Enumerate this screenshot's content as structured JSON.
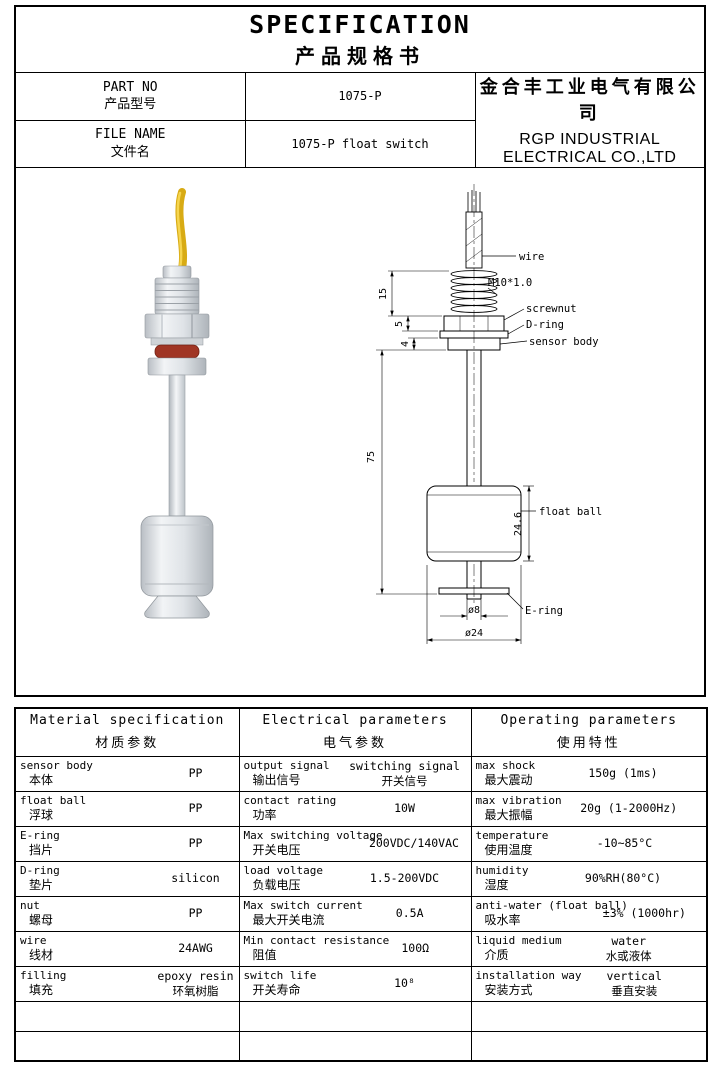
{
  "header": {
    "title_en": "SPECIFICATION",
    "title_cn": "产品规格书"
  },
  "info": {
    "part_no_label_en": "PART NO",
    "part_no_label_cn": "产品型号",
    "part_no_value": "1075-P",
    "file_name_label_en": "FILE NAME",
    "file_name_label_cn": "文件名",
    "file_name_value": "1075-P float switch",
    "company_cn": "金合丰工业电气有限公司",
    "company_en": "RGP INDUSTRIAL ELECTRICAL CO.,LTD"
  },
  "drawing": {
    "labels": {
      "wire": "wire",
      "thread": "M10*1.0",
      "screwnut": "screwnut",
      "d_ring": "D-ring",
      "sensor_body": "sensor body",
      "float_ball": "float ball",
      "e_ring": "E-ring"
    },
    "dims": {
      "d15": "15",
      "d5": "5",
      "d4": "4",
      "d75": "75",
      "d246": "24.6",
      "dia8": "ø8",
      "dia24": "ø24"
    }
  },
  "table": {
    "groups": [
      {
        "title_en": "Material specification",
        "title_cn": "材质参数"
      },
      {
        "title_en": "Electrical parameters",
        "title_cn": "电气参数"
      },
      {
        "title_en": "Operating parameters",
        "title_cn": "使用特性"
      }
    ],
    "material_rows": [
      {
        "name_en": "sensor body",
        "name_cn": "本体",
        "value": "PP"
      },
      {
        "name_en": "float ball",
        "name_cn": "浮球",
        "value": "PP"
      },
      {
        "name_en": "E-ring",
        "name_cn": "挡片",
        "value": "PP"
      },
      {
        "name_en": "D-ring",
        "name_cn": "垫片",
        "value": "silicon"
      },
      {
        "name_en": "nut",
        "name_cn": "螺母",
        "value": "PP"
      },
      {
        "name_en": "wire",
        "name_cn": "线材",
        "value": "24AWG"
      },
      {
        "name_en": "filling",
        "name_cn": "填充",
        "value_en": "epoxy resin",
        "value_cn": "环氧树脂"
      }
    ],
    "electrical_rows": [
      {
        "name_en": "output signal",
        "name_cn": "输出信号",
        "value_en": "switching signal",
        "value_cn": "开关信号"
      },
      {
        "name_en": "contact rating",
        "name_cn": "功率",
        "value": "10W"
      },
      {
        "name_en": "Max switching voltage",
        "name_cn": "开关电压",
        "value": "200VDC/140VAC"
      },
      {
        "name_en": "load voltage",
        "name_cn": "负载电压",
        "value": "1.5-200VDC"
      },
      {
        "name_en": "Max switch current",
        "name_cn": "最大开关电流",
        "value": "0.5A"
      },
      {
        "name_en": "Min contact resistance",
        "name_cn": "阻值",
        "value": "100Ω"
      },
      {
        "name_en": "switch life",
        "name_cn": "开关寿命",
        "value": "10⁸"
      }
    ],
    "operating_rows": [
      {
        "name_en": "max shock",
        "name_cn": "最大震动",
        "value": "150g (1ms)"
      },
      {
        "name_en": "max vibration",
        "name_cn": "最大振幅",
        "value": "20g (1-2000Hz)"
      },
      {
        "name_en": "temperature",
        "name_cn": "使用温度",
        "value": "-10~85°C"
      },
      {
        "name_en": "humidity",
        "name_cn": "湿度",
        "value": "90%RH(80°C)"
      },
      {
        "name_en": "anti-water (float ball)",
        "name_cn": "吸水率",
        "value": "±3% (1000hr)"
      },
      {
        "name_en": "liquid medium",
        "name_cn": "介质",
        "value_en": "water",
        "value_cn": "水或液体"
      },
      {
        "name_en": "installation way",
        "name_cn": "安装方式",
        "value_en": "vertical",
        "value_cn": "垂直安装"
      }
    ]
  }
}
